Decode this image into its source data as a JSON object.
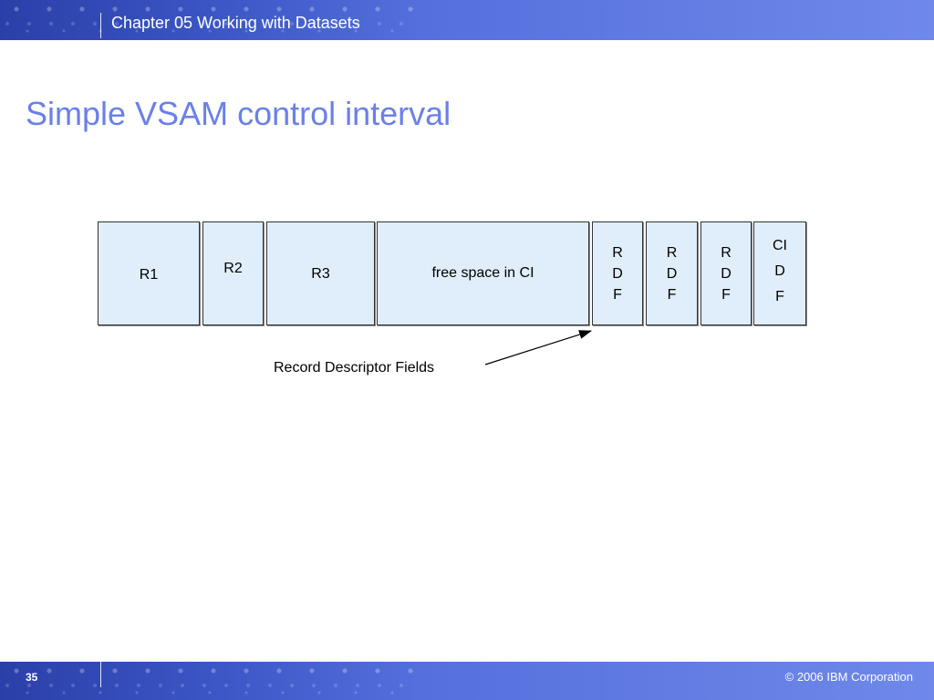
{
  "header": {
    "chapter_title": "Chapter 05 Working with Datasets"
  },
  "slide": {
    "title": "Simple VSAM control interval"
  },
  "diagram": {
    "boxes": [
      {
        "lines": [
          "R1"
        ]
      },
      {
        "lines": [
          "R2"
        ]
      },
      {
        "lines": [
          "R3"
        ]
      },
      {
        "lines": [
          "free space in CI"
        ]
      },
      {
        "lines": [
          "R",
          "D",
          "F"
        ]
      },
      {
        "lines": [
          "R",
          "D",
          "F"
        ]
      },
      {
        "lines": [
          "R",
          "D",
          "F"
        ]
      },
      {
        "lines": [
          "CI",
          "D",
          "F"
        ]
      }
    ],
    "annotation": "Record Descriptor Fields"
  },
  "footer": {
    "page_number": "35",
    "copyright": "© 2006 IBM Corporation"
  },
  "colors": {
    "title": "#6a80ea",
    "box_fill": "#dfeefa",
    "bar": "#3a55c4"
  }
}
